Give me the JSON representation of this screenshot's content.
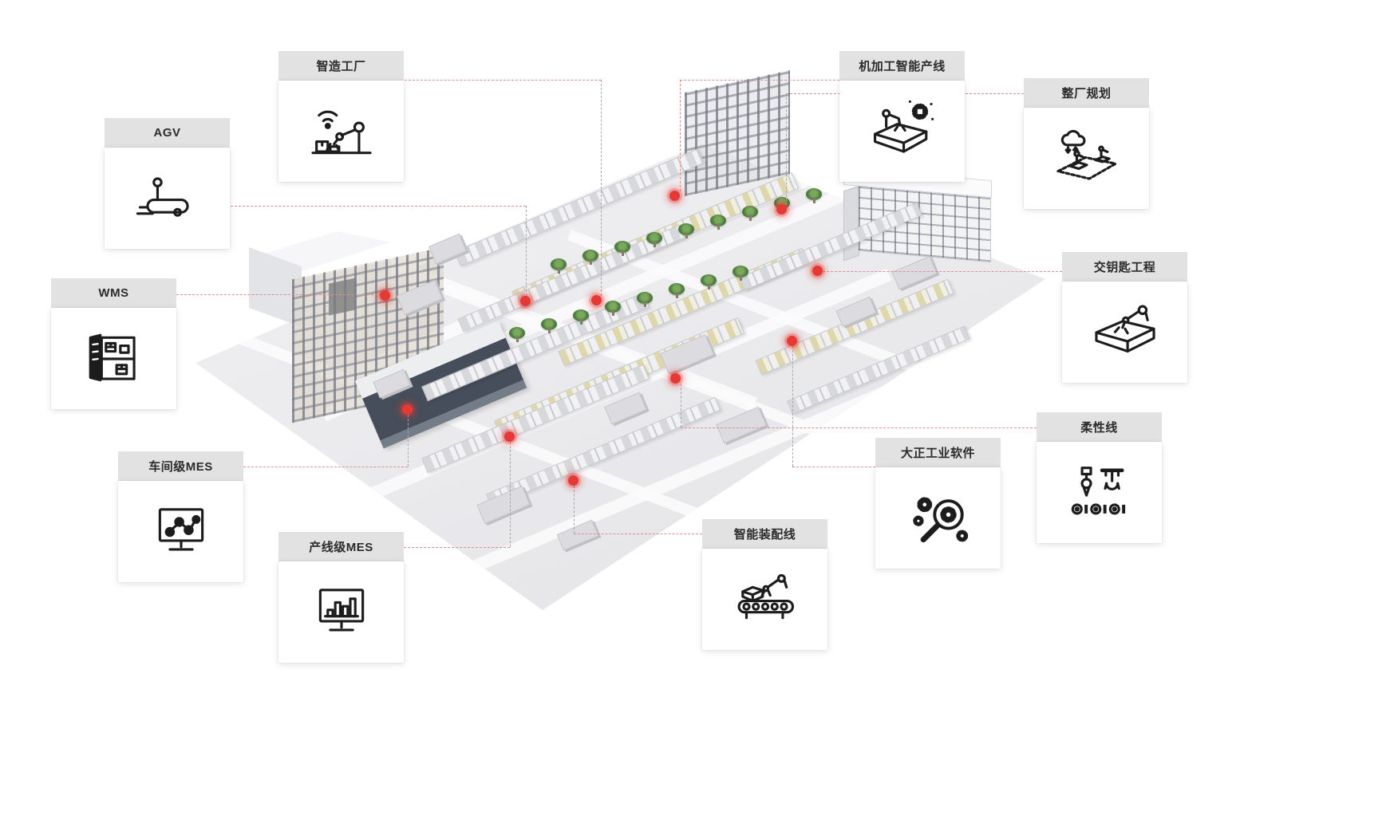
{
  "diagram": {
    "type": "annotated-smart-factory-map",
    "marker_color": "#e53935",
    "connector_color": "#de8f8f",
    "callout_header_color": "#e2e2e3",
    "callouts": [
      {
        "label": "智造工厂",
        "icon": "factory-robot-wifi-icon"
      },
      {
        "label": "机加工智能产线",
        "icon": "machining-robot-gear-icon"
      },
      {
        "label": "整厂规划",
        "icon": "plant-planning-icon"
      },
      {
        "label": "AGV",
        "icon": "agv-vehicle-icon"
      },
      {
        "label": "WMS",
        "icon": "warehouse-cabinet-icon"
      },
      {
        "label": "交钥匙工程",
        "icon": "turnkey-robot-box-icon"
      },
      {
        "label": "车间级MES",
        "icon": "monitor-node-graph-icon"
      },
      {
        "label": "柔性线",
        "icon": "flexible-line-tools-icon"
      },
      {
        "label": "大正工业软件",
        "icon": "magnifier-gears-icon"
      },
      {
        "label": "产线级MES",
        "icon": "monitor-bar-chart-icon"
      },
      {
        "label": "智能装配线",
        "icon": "assembly-conveyor-robot-icon"
      }
    ]
  }
}
